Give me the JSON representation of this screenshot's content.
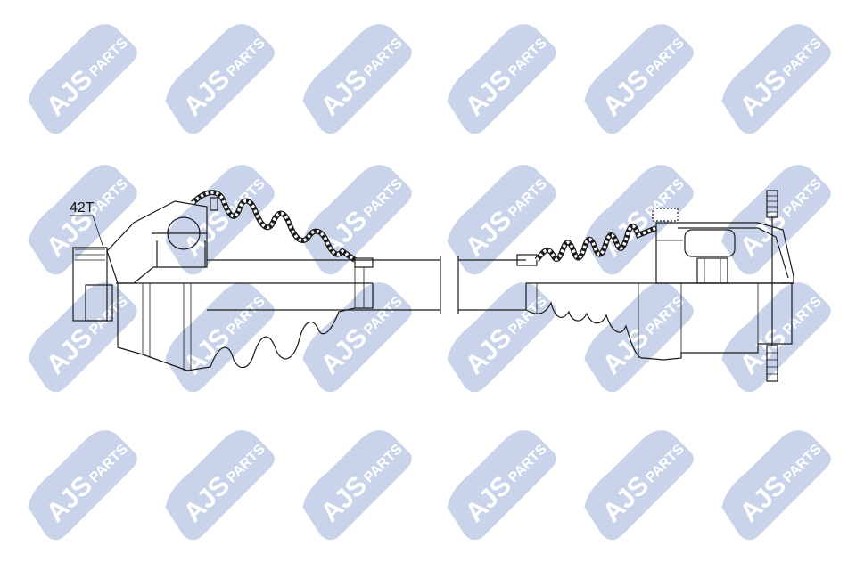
{
  "watermark": {
    "brand_main": "AJS",
    "brand_sub": "PARTS",
    "color": "#c9d3ea",
    "rows": 4,
    "cols": 6
  },
  "diagram": {
    "spline_label": "42T",
    "line_color": "#1a1a1a"
  }
}
